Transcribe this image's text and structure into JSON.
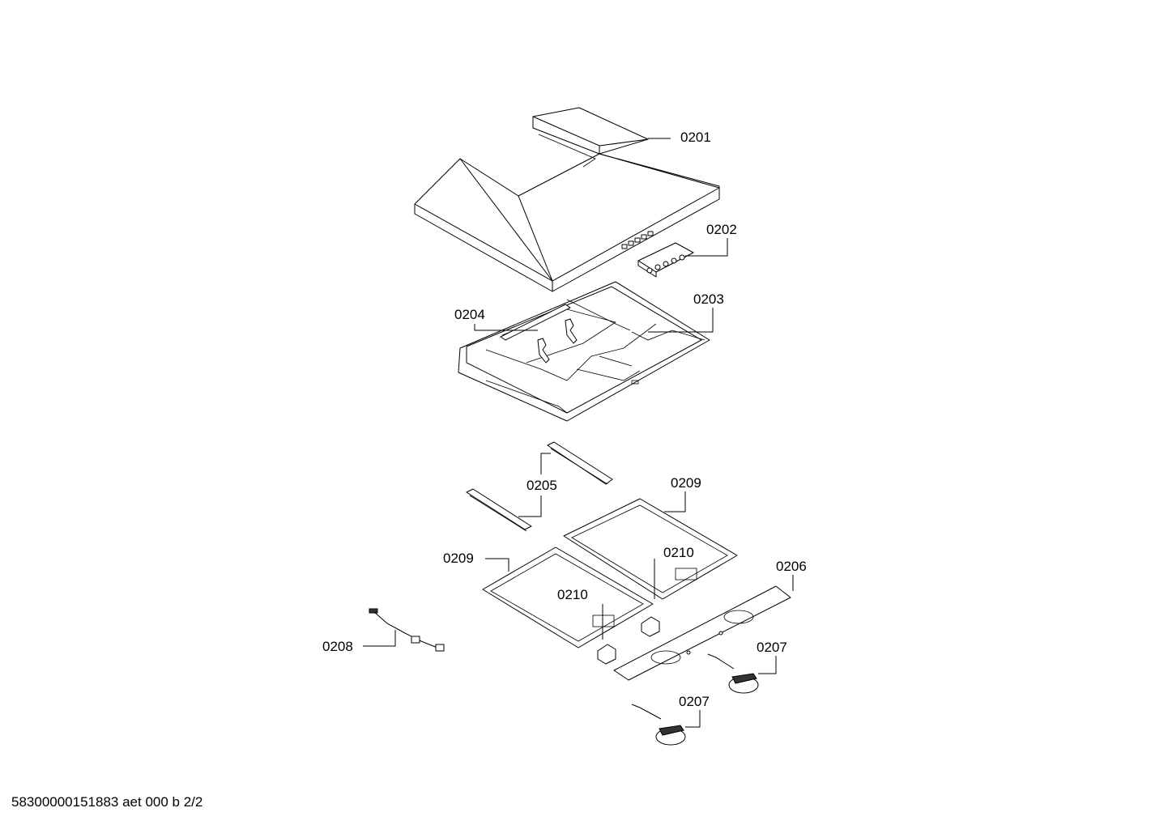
{
  "labels": {
    "p0201": "0201",
    "p0202": "0202",
    "p0203": "0203",
    "p0204": "0204",
    "p0205": "0205",
    "p0206": "0206",
    "p0207a": "0207",
    "p0207b": "0207",
    "p0208": "0208",
    "p0209a": "0209",
    "p0209b": "0209",
    "p0210a": "0210",
    "p0210b": "0210"
  },
  "footer": {
    "document_id": "58300000151883 aet 000 b 2/2"
  }
}
